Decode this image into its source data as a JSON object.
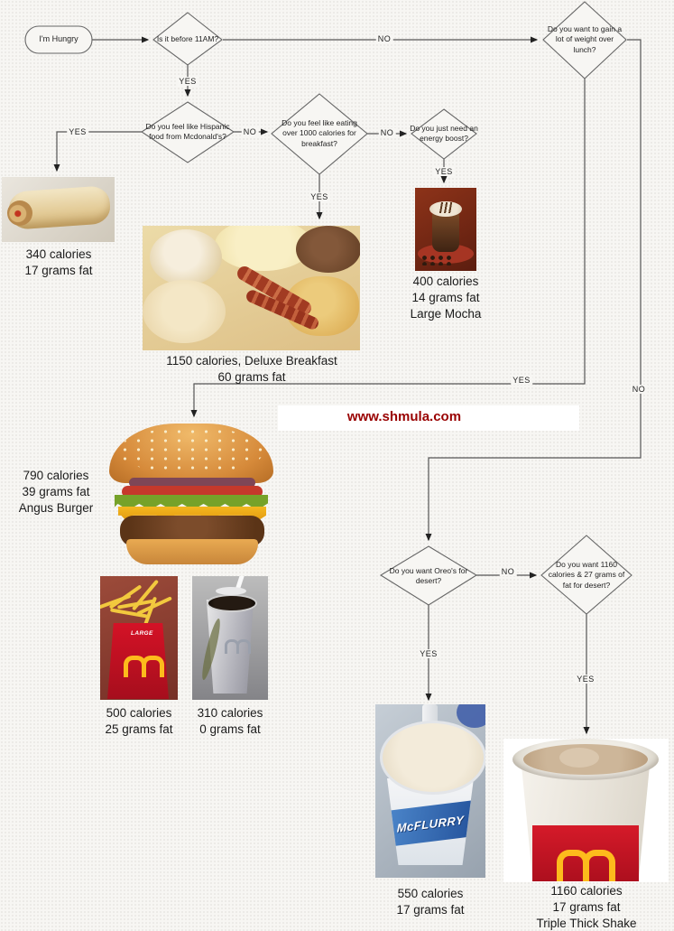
{
  "watermark": "www.shmula.com",
  "labels": {
    "yes": "YES",
    "no": "NO"
  },
  "nodes": {
    "start": "I'm Hungry",
    "before11": "Is it before 11AM?",
    "gain_weight": "Do you want to gain a lot of weight over lunch?",
    "hispanic": "Do you feel like Hispanic food from Mcdonald's?",
    "over1000": "Do you feel like eating over 1000 calories for breakfast?",
    "energy": "Do you just need an energy boost?",
    "oreos": "Do you want Oreo's for desert?",
    "fat_desert": "Do you want 1160 calories & 27 grams of fat for desert?"
  },
  "foods": {
    "burrito": {
      "lines": [
        "340 calories",
        "17 grams fat"
      ]
    },
    "breakfast": {
      "lines": [
        "1150 calories, Deluxe Breakfast",
        "60 grams fat"
      ]
    },
    "mocha": {
      "lines": [
        "400 calories",
        "14 grams fat",
        "Large Mocha"
      ]
    },
    "burger": {
      "lines": [
        "790 calories",
        "39 grams fat",
        "Angus Burger"
      ]
    },
    "fries": {
      "lines": [
        "500 calories",
        "25 grams fat"
      ],
      "box_text": "LARGE"
    },
    "soda": {
      "lines": [
        "310 calories",
        "0 grams fat"
      ]
    },
    "mcflurry": {
      "lines": [
        "550 calories",
        "17 grams fat"
      ],
      "logo": "McFLURRY"
    },
    "shake": {
      "lines": [
        "1160 calories",
        "17 grams fat",
        "Triple Thick Shake"
      ]
    }
  },
  "colors": {
    "watermark_red": "#990000",
    "mcdonalds_red": "#d41226",
    "arches_yellow": "#fdbb1c",
    "line_gray": "#555555"
  }
}
